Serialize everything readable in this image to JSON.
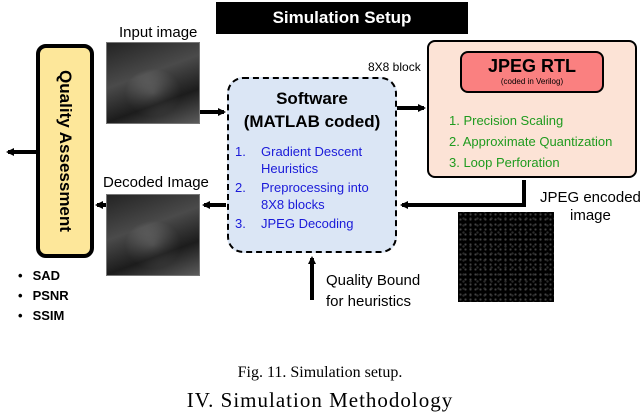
{
  "title": "Simulation Setup",
  "quality_box": {
    "label": "Quality Assessment",
    "metrics": [
      "SAD",
      "PSNR",
      "SSIM"
    ]
  },
  "input_image_label": "Input image",
  "decoded_image_label": "Decoded Image",
  "block_label": "8X8 block",
  "software": {
    "title_line1": "Software",
    "title_line2": "(MATLAB coded)",
    "steps": [
      {
        "num": "1.",
        "text": "Gradient Descent Heuristics"
      },
      {
        "num": "2.",
        "text": "Preprocessing into 8X8 blocks"
      },
      {
        "num": "3.",
        "text": "JPEG Decoding"
      }
    ]
  },
  "rtl": {
    "title": "JPEG RTL",
    "subtitle": "(coded in Verilog)",
    "steps": [
      "1. Precision Scaling",
      "2. Approximate Quantization",
      "3. Loop Perforation"
    ]
  },
  "encoded_label_line1": "JPEG encoded",
  "encoded_label_line2": "image",
  "quality_bound_line1": "Quality Bound",
  "quality_bound_line2": "for heuristics",
  "caption": "Fig. 11.   Simulation setup.",
  "section_heading": "IV.  Simulation Methodology",
  "colors": {
    "quality_fill": "#fde79a",
    "software_fill": "#dbe6f5",
    "software_text": "#1a1ad9",
    "rtl_fill": "#fce3d6",
    "rtl_inner_fill": "#fa8080",
    "rtl_text": "#1f9b1f"
  }
}
